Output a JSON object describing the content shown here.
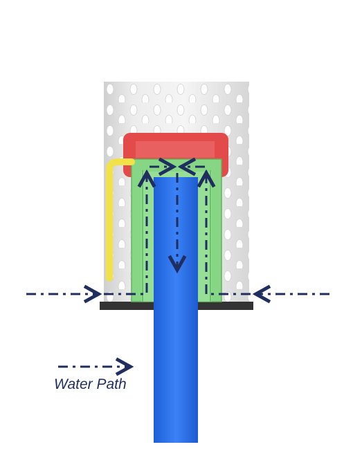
{
  "diagram": {
    "components": [
      {
        "id": "perforated-screen",
        "color": "#e4e4e4",
        "hole_color": "#ffffff"
      },
      {
        "id": "red-cap",
        "color": "#e34b4b"
      },
      {
        "id": "green-chamber",
        "color": "#86d686"
      },
      {
        "id": "yellow-pipe",
        "color": "#f2e24a"
      },
      {
        "id": "blue-outlet-pipe",
        "color": "#2b73f0"
      },
      {
        "id": "base-plate",
        "color": "#333333"
      }
    ],
    "arrow_color": "#1f2e5e"
  },
  "legend": {
    "label": "Water Path",
    "line_style": "dash-dot"
  }
}
